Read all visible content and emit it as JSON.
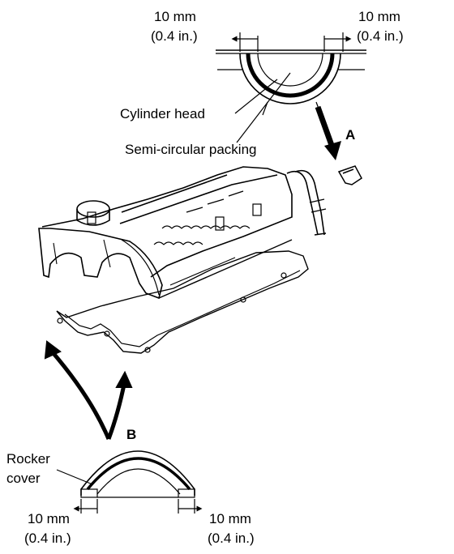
{
  "labels": {
    "top_left_mm": "10 mm",
    "top_left_in": "(0.4 in.)",
    "top_right_mm": "10 mm",
    "top_right_in": "(0.4 in.)",
    "cylinder_head": "Cylinder head",
    "semi_circular_packing": "Semi-circular packing",
    "marker_a": "A",
    "marker_b": "B",
    "rocker_cover_line1": "Rocker",
    "rocker_cover_line2": "cover",
    "bottom_left_mm": "10 mm",
    "bottom_left_in": "(0.4 in.)",
    "bottom_right_mm": "10 mm",
    "bottom_right_in": "(0.4 in.)"
  }
}
